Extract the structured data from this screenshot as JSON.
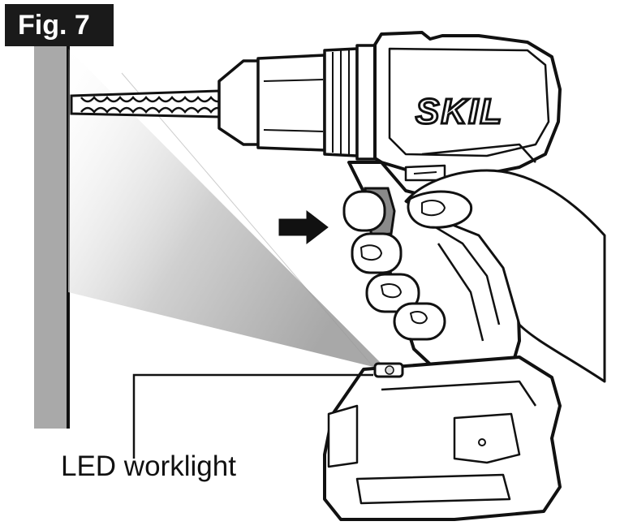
{
  "figure": {
    "label": "Fig. 7",
    "brand_text": "SKIL",
    "callout_label": "LED worklight",
    "icons": [
      "arrow-right-icon"
    ],
    "colors": {
      "ink": "#111111",
      "label_bg": "#1a1a1a",
      "wall": "#a9a9a9",
      "light_beam": "#c8c8c8",
      "trigger": "#8a8a8a"
    }
  }
}
